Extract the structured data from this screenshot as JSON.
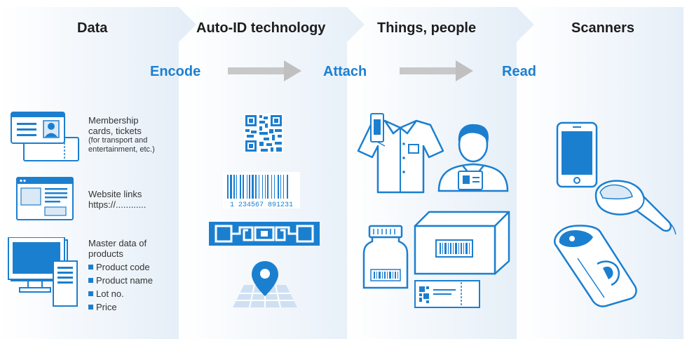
{
  "columns": {
    "data": "Data",
    "auto_id": "Auto-ID technology",
    "things": "Things, people",
    "scanners": "Scanners"
  },
  "steps": {
    "encode": "Encode",
    "attach": "Attach",
    "read": "Read"
  },
  "data_items": {
    "membership": {
      "line1": "Membership",
      "line2": "cards, tickets",
      "line3": "(for transport and",
      "line4": "entertainment, etc.)"
    },
    "website": {
      "line1": "Website links",
      "line2": "https://............"
    },
    "master": {
      "line1": "Master data of",
      "line2": "products",
      "bullets": [
        "Product code",
        "Product name",
        "Lot no.",
        "Price"
      ]
    }
  },
  "barcode_number": "1  234567  891231",
  "colors": {
    "accent": "#1b7fd0",
    "panel": "#e8f1f9",
    "arrow": "#c0c0c0"
  },
  "icons": [
    "id-card-icon",
    "browser-window-icon",
    "computer-icon",
    "qr-code-icon",
    "barcode-icon",
    "rfid-tag-icon",
    "location-pin-icon",
    "shirt-icon",
    "person-icon",
    "bottle-icon",
    "box-icon",
    "ticket-icon",
    "smartphone-icon",
    "barcode-scanner-icon",
    "handheld-scanner-icon"
  ]
}
